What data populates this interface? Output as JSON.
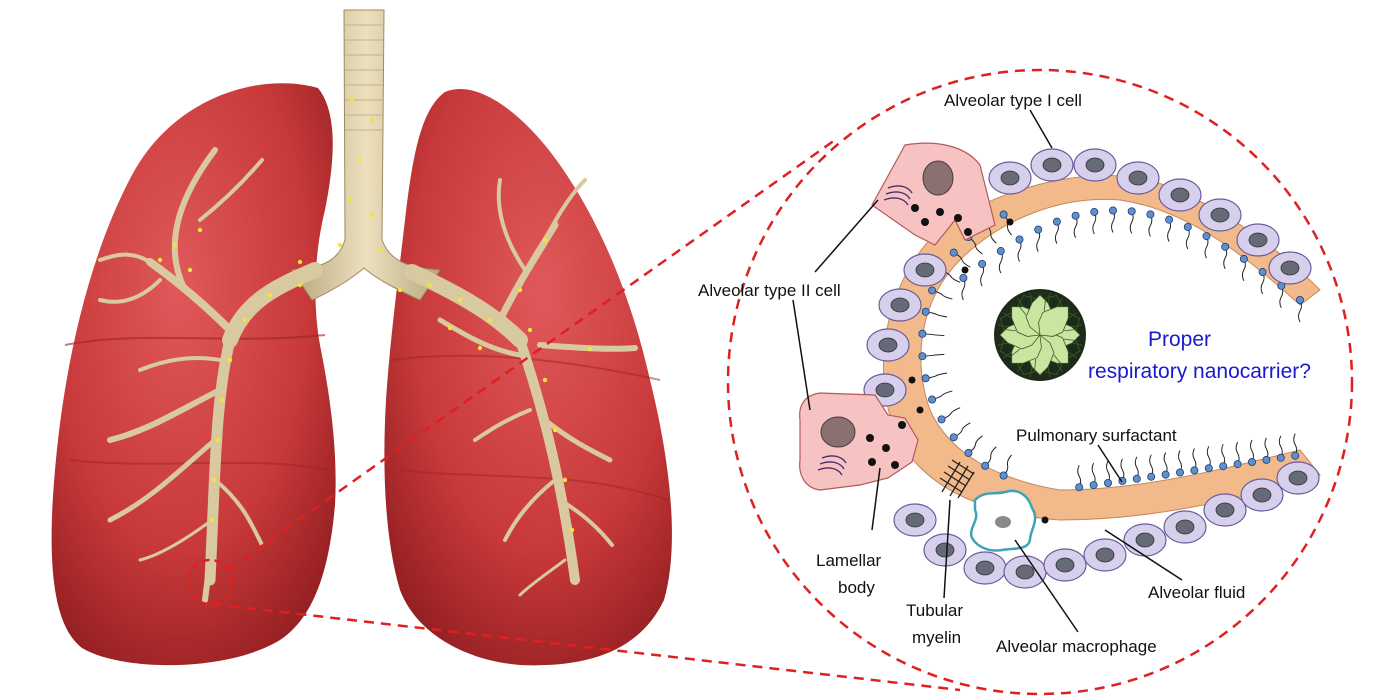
{
  "labels": {
    "type1": "Alveolar type I cell",
    "type2": "Alveolar type II cell",
    "question_line1": "Proper",
    "question_line2": "respiratory nanocarrier?",
    "surfactant": "Pulmonary surfactant",
    "lamellar_line1": "Lamellar",
    "lamellar_line2": "body",
    "tubular_line1": "Tubular",
    "tubular_line2": "myelin",
    "macrophage": "Alveolar macrophage",
    "fluid": "Alveolar fluid"
  },
  "colors": {
    "lung": "#c8393a",
    "lung_dark": "#8e1c1f",
    "airway": "#d9c9a0",
    "fluid": "#f2b98a",
    "type1_cell": "#d7d0ec",
    "type2_cell": "#f6c2c2",
    "surfactant_dot": "#5f8fd0",
    "dashed_line": "#e02020",
    "label_blue": "#1a1acc",
    "nanocarrier": "#c9e6a0"
  }
}
